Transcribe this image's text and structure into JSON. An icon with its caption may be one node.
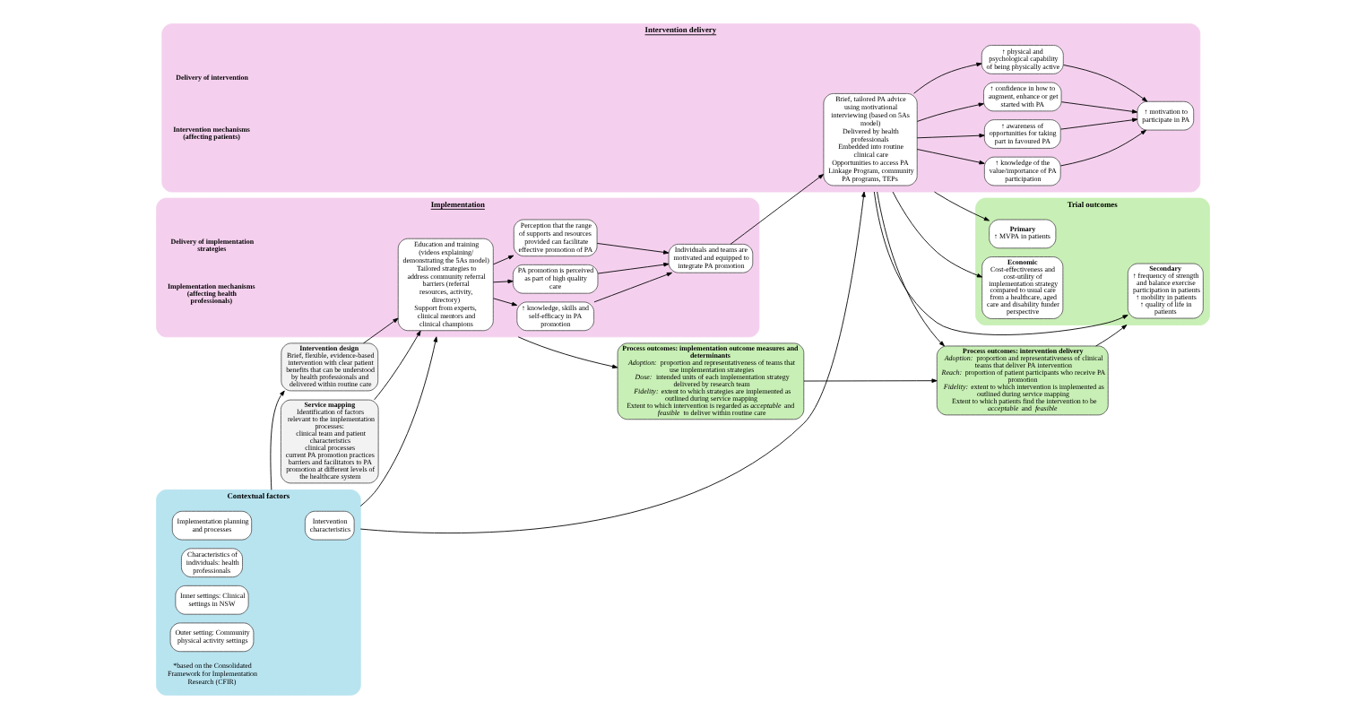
{
  "diagram": {
    "nodes": [
      {
        "text": [
          "Contextual factors"
        ]
      },
      {
        "text": [
          "Intervention characteristics"
        ],
        "in": 0
      },
      {
        "text": [
          "Implementation planning and processes"
        ],
        "in": 0
      },
      {
        "text": [
          "Characteristics of individuals: health professionals"
        ],
        "in": 0
      },
      {
        "text": [
          "Inner settings: Clinical settings in NSW"
        ],
        "in": 0
      },
      {
        "text": [
          "Outer setting: Community physical activity settings"
        ],
        "in": 0
      },
      {
        "text": [
          "Intervention design",
          "Brief, flexible, evidence-based intervention with clear patient benefits that can be understood by health professionals and delivered within routine care"
        ]
      },
      {
        "text": [
          "Service mapping",
          "Identification of factors relevant to the implementation processes:",
          "clinical team and patient characteristics",
          "clinical processes",
          "current PA promotion practices",
          "barriers and facilitators to PA promotion at different levels of the healthcare system"
        ]
      },
      {
        "text": [
          "Implementation"
        ]
      },
      {
        "text": [
          "Education and training (videos explaining/ demonstrating the 5As model)",
          "Tailored strategies to address community referral barriers (referral resources, activity, directory)",
          "Support from experts, clinical mentors and clinical champions"
        ],
        "in": 8
      },
      {
        "text": [
          "↑ knowledge, skills and self-efficacy in PA promotion"
        ],
        "in": 8
      },
      {
        "text": [
          "PA promotion is perceived as part of high quality care"
        ],
        "in": 8
      },
      {
        "text": [
          "Individuals and teams are motivated and equipped to integrate PA promotion"
        ],
        "in": 8
      },
      {
        "text": [
          "Perception that the range of supports and resources provided can facilitate effective promotion of PA"
        ],
        "in": 8
      },
      {
        "text": [
          "Intervention delivery"
        ]
      },
      {
        "text": [
          "Brief, tailored PA advice using motivational interviewing (based on 5As model)",
          "Delivered by health professionals",
          "Embedded into routine clinical care",
          "Opportunities to access PA Linkage Program, community PA programs, TEPs"
        ],
        "in": 14
      },
      {
        "text": [
          "↑ knowledge of the value/importance of PA participation"
        ],
        "in": 14
      },
      {
        "text": [
          "↑ awareness of opportunities for taking part in favoured PA"
        ],
        "in": 14
      },
      {
        "text": [
          "↑ motivation to participate in PA"
        ],
        "in": 14
      },
      {
        "text": [
          "↑ confidence in how to augment, enhance or get started with PA"
        ],
        "in": 14
      },
      {
        "text": [
          "↑ physical and psychological capability of being physically active"
        ],
        "in": 14
      },
      {
        "text": [
          "Trial outcomes"
        ]
      },
      {
        "text": [
          "Primary",
          "↑ MVPA in patients"
        ],
        "in": 21
      },
      {
        "text": [
          "Secondary",
          "↑ frequency of strength and balance exercise participation in patients",
          "↑ mobility in patients",
          "↑ quality of life in patients"
        ],
        "in": 21
      },
      {
        "text": [
          "Economic",
          "Cost-effectiveness and cost-utility of implementation strategy compared to usual care from a healthcare, aged care and disability funder perspective"
        ],
        "in": 21
      },
      {
        "text": [
          "Process outcomes: implementation outcome measures and determinants",
          "*Adoption:* proportion and representativeness of teams that use implementation strategies",
          "*Dose:* intended units of each implementation strategy delivered by research team",
          "*Fidelity:* extent to which strategies are implemented as outlined during service mapping",
          "Extent to which intervention is regarded as *acceptable* and *feasible* to deliver within routine care"
        ]
      },
      {
        "text": [
          "Process outcomes: intervention delivery",
          "*Adoption:* proportion and representativeness of clinical teams that deliver PA intervention",
          "*Reach:* proportion of patient participants who receive PA promotion",
          "*Fidelity:* extent to which intervention is implemented as outlined during service mapping",
          "Extent to which patients find the intervention to be *acceptable* and *feasible*"
        ]
      }
    ],
    "edges": [
      {
        "from": 0,
        "to": 6,
        "arrow": "to"
      },
      {
        "from": 0,
        "to": 8,
        "arrow": "to"
      },
      {
        "from": 0,
        "to": 14,
        "arrow": "to"
      },
      {
        "from": 6,
        "to": 9,
        "arrow": "to"
      },
      {
        "from": 7,
        "to": 9,
        "arrow": "to"
      },
      {
        "from": 9,
        "to": 10,
        "arrow": "to"
      },
      {
        "from": 9,
        "to": 11,
        "arrow": "to"
      },
      {
        "from": 9,
        "to": 13,
        "arrow": "to"
      },
      {
        "from": 10,
        "to": 12,
        "arrow": "to"
      },
      {
        "from": 11,
        "to": 12,
        "arrow": "to"
      },
      {
        "from": 13,
        "to": 12,
        "arrow": "to"
      },
      {
        "from": 12,
        "to": 15,
        "arrow": "to"
      },
      {
        "from": 15,
        "to": 16,
        "arrow": "to"
      },
      {
        "from": 15,
        "to": 17,
        "arrow": "to"
      },
      {
        "from": 15,
        "to": 19,
        "arrow": "to"
      },
      {
        "from": 15,
        "to": 20,
        "arrow": "to"
      },
      {
        "from": 16,
        "to": 18,
        "arrow": "to"
      },
      {
        "from": 17,
        "to": 18,
        "arrow": "to"
      },
      {
        "from": 19,
        "to": 18,
        "arrow": "to"
      },
      {
        "from": 20,
        "to": 18,
        "arrow": "to"
      },
      {
        "from": 14,
        "to": 22,
        "arrow": "to"
      },
      {
        "from": 14,
        "to": 23,
        "arrow": "to"
      },
      {
        "from": 14,
        "to": 24,
        "arrow": "to"
      },
      {
        "from": 8,
        "to": 25,
        "arrow": "to"
      },
      {
        "from": 14,
        "to": 26,
        "arrow": "to"
      },
      {
        "from": 25,
        "to": 26,
        "arrow": "to"
      },
      {
        "from": 26,
        "to": 21,
        "arrow": "to"
      }
    ],
    "labels": [
      "*based on the Consolidated Framework for Implementation Research (CFIR)",
      "Delivery of implementation strategies",
      "Implementation mechanisms (affecting health professionals)",
      "Delivery of intervention",
      "Intervention mechanisms (affecting patients)"
    ]
  }
}
